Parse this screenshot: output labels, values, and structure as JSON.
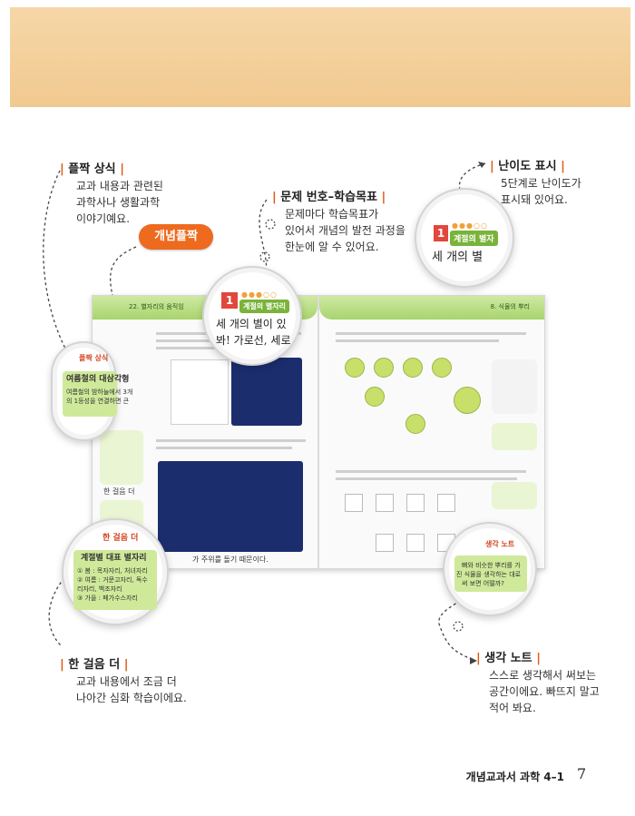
{
  "callouts": {
    "pulljjak": {
      "title": "플짝 상식",
      "lines": [
        "교과 내용과 관련된",
        "과학사나 생활과학",
        "이야기예요."
      ]
    },
    "number": {
      "title": "문제 번호–학습목표",
      "lines": [
        "문제마다 학습목표가",
        "있어서 개념의 발전 과정을",
        "한눈에 알 수 있어요."
      ]
    },
    "difficulty": {
      "title": "난이도 표시",
      "lines": [
        "5단계로 난이도가",
        "표시돼 있어요."
      ]
    },
    "onestep": {
      "title": "한 걸음 더",
      "lines": [
        "교과 내용에서 조금 더",
        "나아간 심화 학습이에요."
      ]
    },
    "thinking": {
      "title": "생각 노트",
      "lines": [
        "스스로 생각해서 써보는",
        "공간이에요. 빠뜨지 말고",
        "적어 봐요."
      ]
    }
  },
  "pill_label": "개념플짝",
  "book": {
    "left_header": "22. 별자리의 움직임",
    "right_header": "8. 식물의 뿌리",
    "left_mascot_label": "플짝 상식",
    "mini_labels": [
      "한 걸음 더",
      "생각 노트"
    ],
    "caption": "가 주위를 돌기 때문이다."
  },
  "lens_number": {
    "num": "1",
    "dots": "●●●○○",
    "tab": "계절의 별자리",
    "line1": "세 개의 별이 있",
    "line2": "봐! 가로선, 세로"
  },
  "lens_difficulty": {
    "num": "1",
    "dots": "●●●○○",
    "tab": "계절의 별자",
    "line1": "세 개의 별"
  },
  "lens_pulljjak": {
    "badge": "플짝 상식",
    "box_title": "여름철의 대삼각형",
    "box_lines": [
      "여름철의 밤하늘에서 3개",
      "의 1등성을 연결하면 큰"
    ]
  },
  "lens_onestep": {
    "badge": "한 걸음 더",
    "box_title": "계절별 대표 별자리",
    "box_lines": [
      "① 봄 : 목자자리, 처녀자리",
      "② 여름 : 거문고자리, 독수",
      "   리자리, 백조자리",
      "③ 가을 : 페가수스자리"
    ]
  },
  "lens_thinking": {
    "badge": "생각 노트",
    "box_lines": [
      "뼈와 비슷한 뿌리를 가",
      "진 식물을 생각하는 대로",
      "써 보면 어떨까?"
    ]
  },
  "footer": {
    "text": "개념교과서 과학 4–1",
    "page": "7"
  },
  "colors": {
    "accent": "#e05a12",
    "green": "#a8d46c",
    "pill": "#ee6a1e",
    "band": "#f3cf99"
  }
}
